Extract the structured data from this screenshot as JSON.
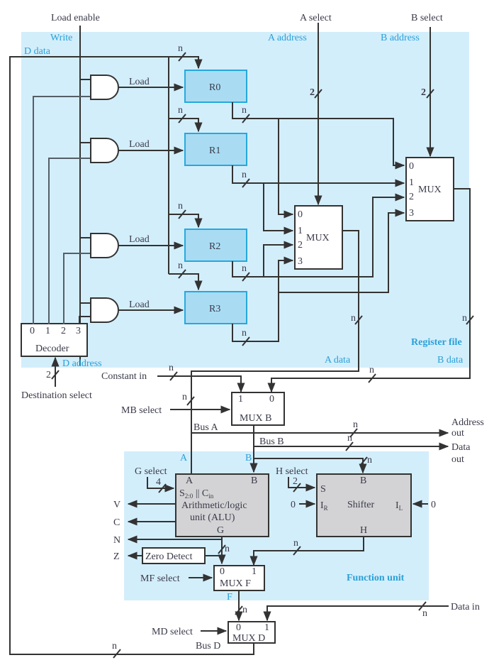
{
  "title": "Datapath with register file and function unit",
  "colors": {
    "panel_fill": "#d3eefb",
    "register_fill": "#a9dcf3",
    "register_border": "#25a9dc",
    "blue_label": "#2aa0d8",
    "function_box_fill": "#d3d3d5",
    "wire": "#333333"
  },
  "top_labels": {
    "load_enable": "Load enable",
    "a_select": "A select",
    "b_select": "B select"
  },
  "register_file": {
    "title": "Register file",
    "write": "Write",
    "d_data": "D data",
    "a_address": "A address",
    "b_address": "B address",
    "d_address": "D address",
    "a_data": "A data",
    "b_data": "B data",
    "registers": [
      "R0",
      "R1",
      "R2",
      "R3"
    ],
    "load_label": "Load",
    "decoder": {
      "label": "Decoder",
      "outputs": [
        "0",
        "1",
        "2",
        "3"
      ]
    },
    "mux_a": {
      "label": "MUX",
      "inputs": [
        "0",
        "1",
        "2",
        "3"
      ]
    },
    "mux_b": {
      "label": "MUX",
      "inputs": [
        "0",
        "1",
        "2",
        "3"
      ]
    },
    "select_width": "2",
    "bus_width": "n"
  },
  "destination_select": "Destination select",
  "constant_in": "Constant in",
  "mb_select": "MB select",
  "mux_b_box": {
    "label": "MUX B",
    "inputs": [
      "1",
      "0"
    ]
  },
  "bus_a": "Bus A",
  "bus_b": "Bus B",
  "address_out": [
    "Address",
    "out"
  ],
  "data_out": [
    "Data",
    "out"
  ],
  "function_unit": {
    "title": "Function unit",
    "a": "A",
    "b": "B",
    "f": "F",
    "g_select": "G select",
    "g_select_width": "4",
    "h_select": "H select",
    "h_select_width": "2",
    "alu": {
      "in_a": "A",
      "in_b": "B",
      "sel": "S",
      "sel_sub": "2:0",
      "sel_mid": " || C",
      "sel_cin": "in",
      "line1": "Arithmetic/logic",
      "line2": "unit (ALU)",
      "out": "G"
    },
    "shifter": {
      "label": "Shifter",
      "in_b": "B",
      "s": "S",
      "ir": "I",
      "ir_sub": "R",
      "il": "I",
      "il_sub": "L",
      "out": "H",
      "zero_left": "0",
      "zero_right": "0"
    },
    "flags": [
      "V",
      "C",
      "N",
      "Z"
    ],
    "zero_detect": "Zero Detect",
    "mf_select": "MF select",
    "mux_f": {
      "label": "MUX F",
      "inputs": [
        "0",
        "1"
      ]
    }
  },
  "md_select": "MD select",
  "mux_d": {
    "label": "MUX D",
    "inputs": [
      "0",
      "1"
    ]
  },
  "bus_d": "Bus D",
  "data_in": "Data in"
}
